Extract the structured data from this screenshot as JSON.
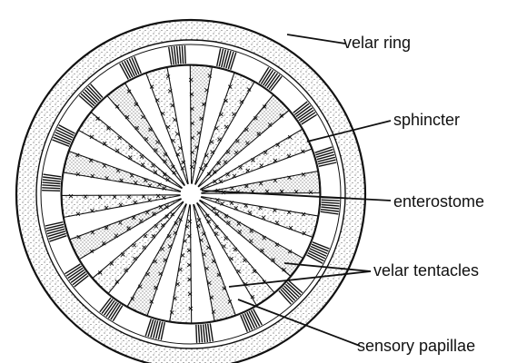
{
  "diagram": {
    "labels": {
      "velar_ring": "velar ring",
      "sphincter": "sphincter",
      "enterostome": "enterostome",
      "velar_tentacles": "velar tentacles",
      "sensory_papillae": "sensory papillae"
    },
    "colors": {
      "ink": "#111111",
      "background": "#ffffff"
    },
    "tentacle_count": 18
  }
}
